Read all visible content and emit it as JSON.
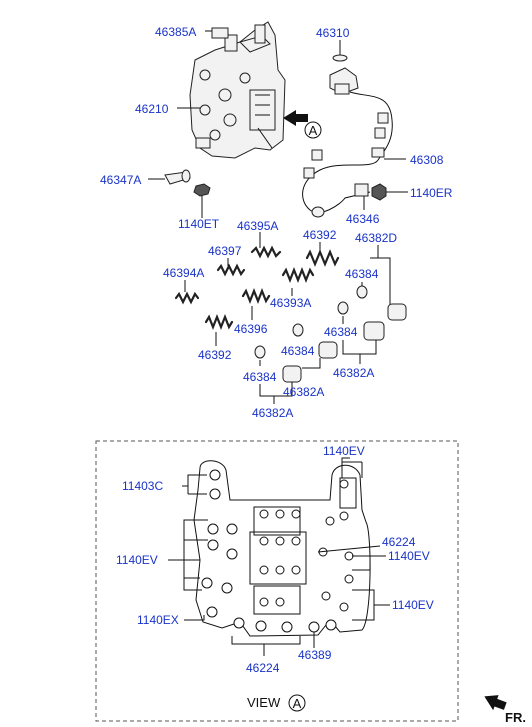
{
  "labels": {
    "p46385A": "46385A",
    "p46310": "46310",
    "p46210": "46210",
    "p46308": "46308",
    "p46347A": "46347A",
    "p1140ER": "1140ER",
    "p46346": "46346",
    "p1140ET": "1140ET",
    "p46395A": "46395A",
    "p46392_top": "46392",
    "p46382D": "46382D",
    "p46397": "46397",
    "p46384_r1": "46384",
    "p46394A": "46394A",
    "p46393A": "46393A",
    "p46396": "46396",
    "p46384_r2": "46384",
    "p46392_bot": "46392",
    "p46384_m": "46384",
    "p46382A_r": "46382A",
    "p46384_l": "46384",
    "p46382A_m": "46382A",
    "p46382A_b": "46382A",
    "p1140EV_top": "1140EV",
    "p11403C": "11403C",
    "p46224_r": "46224",
    "p1140EV_r1": "1140EV",
    "p1140EV_l": "1140EV",
    "p1140EV_r2": "1140EV",
    "p1140EX": "1140EX",
    "p46389": "46389",
    "p46224_b": "46224",
    "callout_A": "A",
    "view_text": "VIEW",
    "view_A": "A",
    "fr_text": "FR."
  }
}
